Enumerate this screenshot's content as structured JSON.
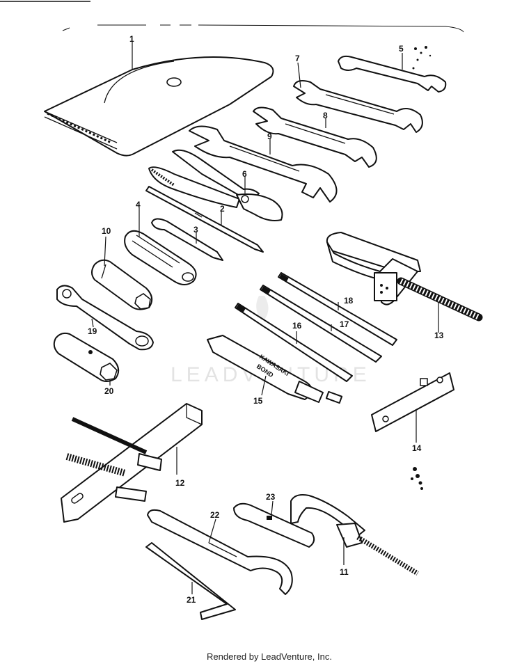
{
  "watermark": "LEADVENTURE",
  "footer": "Rendered by LeadVenture, Inc.",
  "tube_label_line1": "KAWASAKI",
  "tube_label_line2": "BOND",
  "callouts": [
    "1",
    "2",
    "3",
    "4",
    "5",
    "6",
    "7",
    "8",
    "9",
    "10",
    "11",
    "12",
    "13",
    "14",
    "15",
    "16",
    "17",
    "18",
    "19",
    "20",
    "21",
    "22",
    "23"
  ],
  "parts": [
    {
      "ref": "1",
      "name": "tool-bag"
    },
    {
      "ref": "2",
      "name": "screwdriver-phillips"
    },
    {
      "ref": "3",
      "name": "screwdriver-flat"
    },
    {
      "ref": "4",
      "name": "screwdriver-handle"
    },
    {
      "ref": "5",
      "name": "wrench-small"
    },
    {
      "ref": "6",
      "name": "pliers"
    },
    {
      "ref": "7",
      "name": "wrench-medium"
    },
    {
      "ref": "8",
      "name": "wrench-large"
    },
    {
      "ref": "9",
      "name": "wrench-extra-large"
    },
    {
      "ref": "10",
      "name": "socket-wrench"
    },
    {
      "ref": "11",
      "name": "hook-tool"
    },
    {
      "ref": "12",
      "name": "puller-bar"
    },
    {
      "ref": "13",
      "name": "bracket-bolt"
    },
    {
      "ref": "14",
      "name": "flat-bracket"
    },
    {
      "ref": "15",
      "name": "bond-tube"
    },
    {
      "ref": "16",
      "name": "rod-16"
    },
    {
      "ref": "17",
      "name": "rod-17"
    },
    {
      "ref": "18",
      "name": "rod-18"
    },
    {
      "ref": "19",
      "name": "box-wrench"
    },
    {
      "ref": "20",
      "name": "plug-wrench"
    },
    {
      "ref": "21",
      "name": "hex-key"
    },
    {
      "ref": "22",
      "name": "hook-spanner"
    },
    {
      "ref": "23",
      "name": "flat-plate"
    }
  ]
}
